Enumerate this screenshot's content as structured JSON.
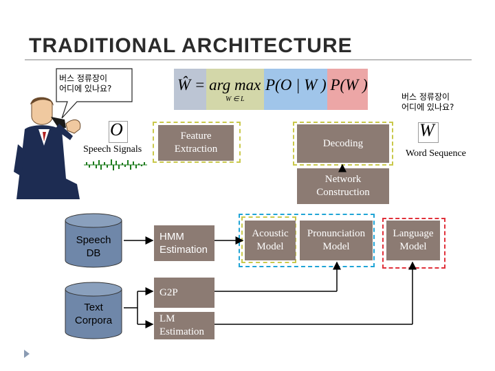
{
  "slide": {
    "title": "TRADITIONAL ARCHITECTURE"
  },
  "speech_bubble_left": {
    "line1": "버스 정류장이",
    "line2": "어디에 있나요?"
  },
  "speech_bubble_right": {
    "line1": "버스 정류장이",
    "line2": "어디에 있나요?"
  },
  "equation": {
    "lhs": "Ŵ = arg max",
    "sub": "W ∈ L",
    "rhs": "P(O | W ) P(W )"
  },
  "symbols": {
    "observation": "O",
    "word": "W"
  },
  "labels": {
    "speech_signals": "Speech Signals",
    "word_sequence": "Word Sequence"
  },
  "boxes": {
    "feature_extraction": "Feature\nExtraction",
    "decoding": "Decoding",
    "network_construction": "Network\nConstruction",
    "hmm_estimation": "HMM\nEstimation",
    "g2p": "G2P",
    "lm_estimation": "LM\nEstimation",
    "acoustic_model": "Acoustic\nModel",
    "pronunciation_model": "Pronunciation\nModel",
    "language_model": "Language\nModel"
  },
  "databases": {
    "speech_db": "Speech\nDB",
    "text_corpora": "Text\nCorpora"
  },
  "colors": {
    "box_fill": "#8c7b73",
    "equation_bg": "#6b7f9f",
    "olive_highlight": "#9da642",
    "blue_highlight": "#2e7fd1",
    "red_highlight": "#d43a3a",
    "yellow_dash": "#c9c84a",
    "cyan_dash": "#1fa4d6",
    "red_dash": "#e0303a",
    "db_fill": "#6f87a9"
  }
}
